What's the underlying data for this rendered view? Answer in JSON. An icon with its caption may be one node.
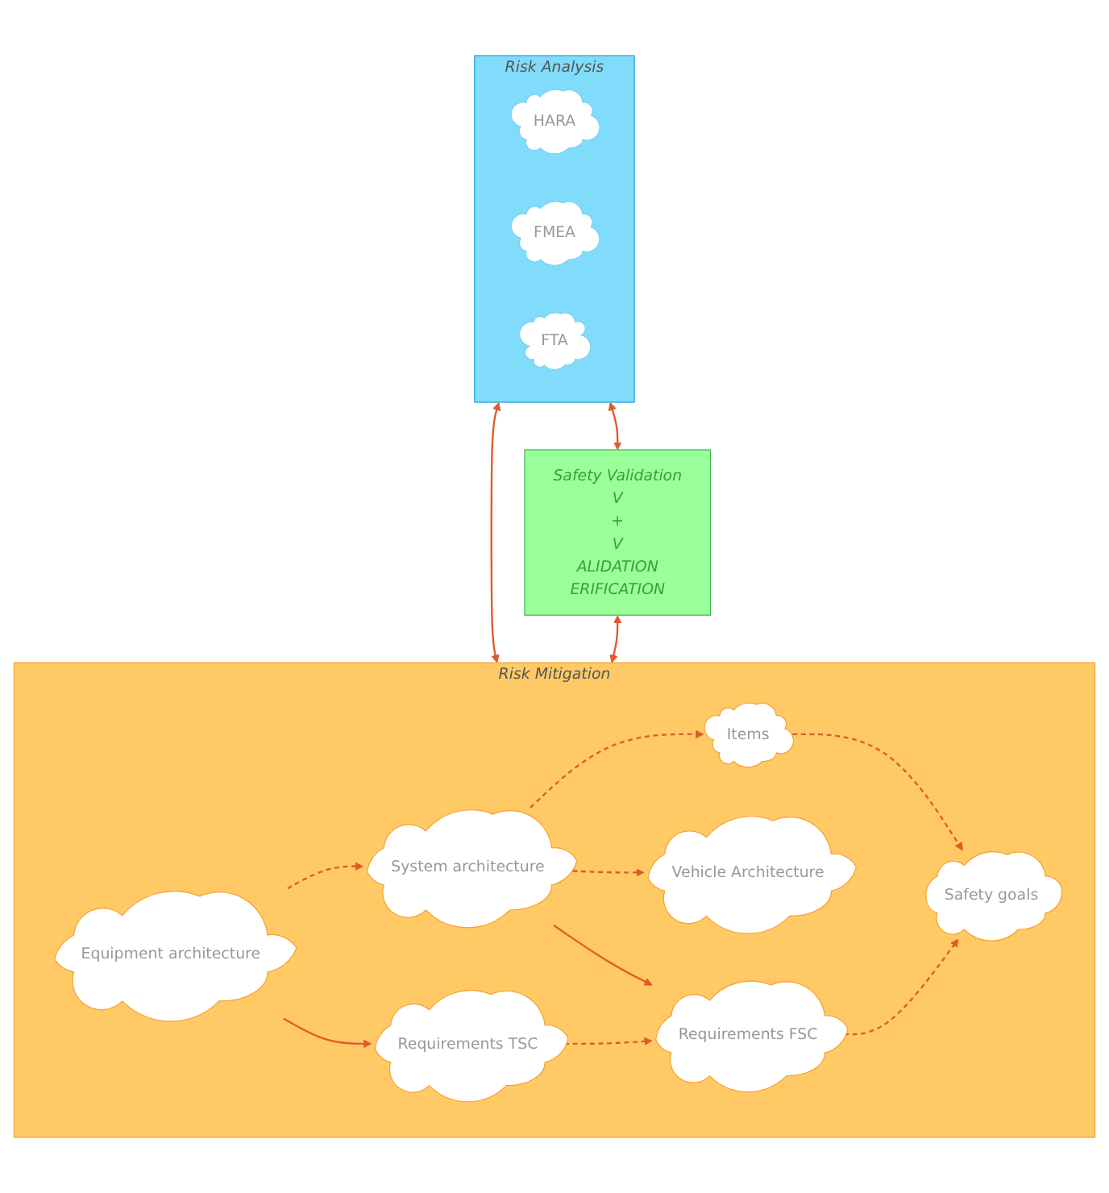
{
  "diagram": {
    "nodes": [
      {
        "text": [
          "Risk Analysis"
        ]
      },
      {
        "text": [
          "HARA"
        ],
        "in": 0
      },
      {
        "text": [
          "FMEA"
        ],
        "in": 0
      },
      {
        "text": [
          "FTA"
        ],
        "in": 0
      },
      {
        "text": [
          "Safety Validation",
          "V",
          "+",
          "V",
          "ALIDATION",
          "ERIFICATION"
        ]
      },
      {
        "text": [
          "Risk Mitigation"
        ]
      },
      {
        "text": [
          "Safety goals"
        ],
        "in": 5
      },
      {
        "text": [
          "Items"
        ],
        "in": 5
      },
      {
        "text": [
          "Vehicle Architecture"
        ],
        "in": 5
      },
      {
        "text": [
          "Requirements FSC"
        ],
        "in": 5
      },
      {
        "text": [
          "System architecture"
        ],
        "in": 5
      },
      {
        "text": [
          "Requirements TSC"
        ],
        "in": 5
      },
      {
        "text": [
          "Equipment architecture"
        ],
        "in": 5
      }
    ],
    "edges": [
      {
        "from": 0,
        "to": 4,
        "arrow": "both"
      },
      {
        "from": 0,
        "to": 5,
        "arrow": "both"
      },
      {
        "from": 4,
        "to": 5,
        "arrow": "both"
      },
      {
        "from": 7,
        "to": 6,
        "arrow": "to",
        "style": "dashed"
      },
      {
        "from": 10,
        "to": 7,
        "arrow": "to",
        "style": "dashed"
      },
      {
        "from": 10,
        "to": 8,
        "arrow": "to",
        "style": "dashed"
      },
      {
        "from": 10,
        "to": 9,
        "arrow": "to"
      },
      {
        "from": 9,
        "to": 6,
        "arrow": "to",
        "style": "dashed"
      },
      {
        "from": 12,
        "to": 10,
        "arrow": "to",
        "style": "dashed"
      },
      {
        "from": 12,
        "to": 11,
        "arrow": "to"
      },
      {
        "from": 11,
        "to": 9,
        "arrow": "to",
        "style": "dashed"
      }
    ]
  }
}
